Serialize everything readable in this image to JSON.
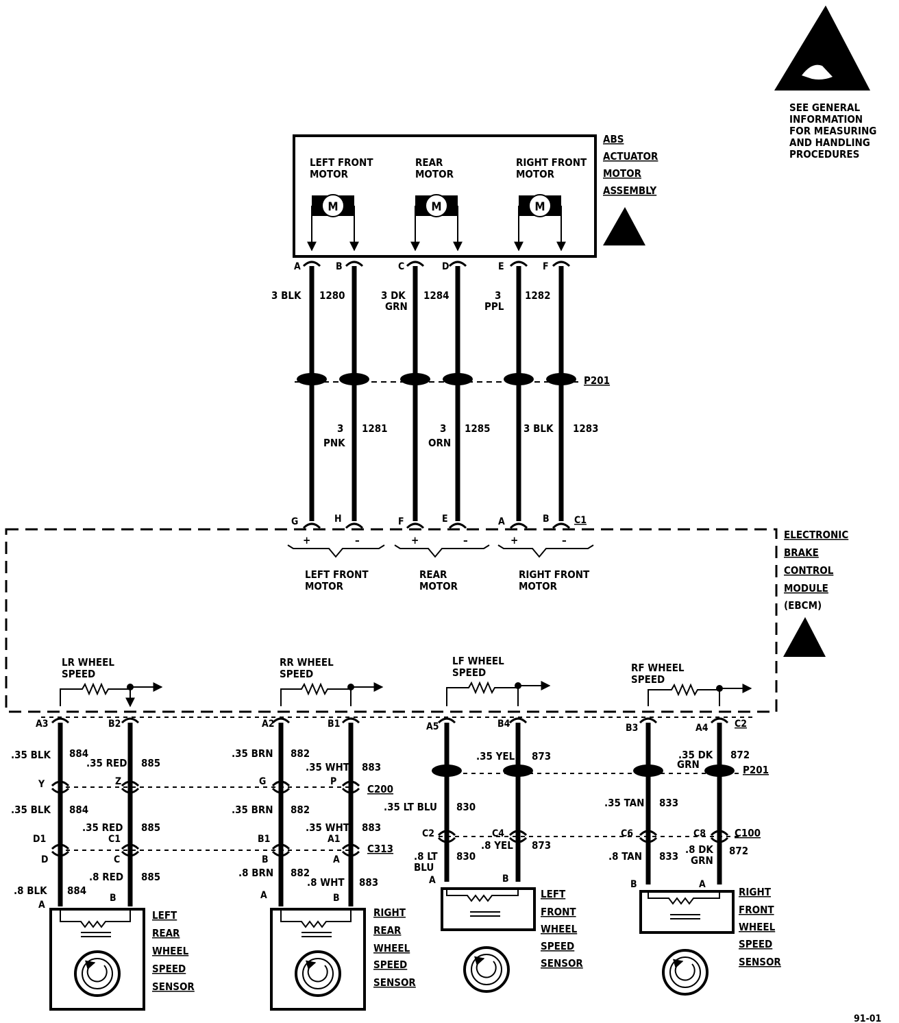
{
  "esd_note": {
    "lines": [
      "SEE GENERAL",
      "INFORMATION",
      "FOR MEASURING",
      "AND HANDLING",
      "PROCEDURES"
    ]
  },
  "actuator": {
    "title_lines": [
      "ABS",
      "ACTUATOR",
      "MOTOR",
      "ASSEMBLY"
    ],
    "motors": [
      {
        "name_lines": [
          "LEFT FRONT",
          "MOTOR"
        ],
        "symbol": "M"
      },
      {
        "name_lines": [
          "REAR",
          "MOTOR"
        ],
        "symbol": "M"
      },
      {
        "name_lines": [
          "RIGHT FRONT",
          "MOTOR"
        ],
        "symbol": "M"
      }
    ],
    "pins": [
      "A",
      "B",
      "C",
      "D",
      "E",
      "F"
    ]
  },
  "upper_wires": [
    {
      "color_lines": [
        "3 BLK"
      ],
      "circuit": "1280"
    },
    {
      "color_lines": [],
      "circuit": ""
    },
    {
      "color_lines": [
        "3 DK",
        "GRN"
      ],
      "circuit": "1284"
    },
    {
      "color_lines": [],
      "circuit": ""
    },
    {
      "color_lines": [
        "3",
        "PPL"
      ],
      "circuit": "1282"
    },
    {
      "color_lines": [],
      "circuit": ""
    }
  ],
  "connector_p201_top": "P201",
  "lower_motor_wires": [
    {
      "color_lines": [
        "3",
        "PNK"
      ],
      "circuit": "1281"
    },
    {
      "color_lines": [
        "3",
        "ORN"
      ],
      "circuit": "1285"
    },
    {
      "color_lines": [
        "3 BLK"
      ],
      "circuit": "1283"
    }
  ],
  "ebcm": {
    "title_lines": [
      "ELECTRONIC",
      "BRAKE",
      "CONTROL",
      "MODULE",
      "(EBCM)"
    ],
    "motor_pins": [
      "G",
      "H",
      "F",
      "E",
      "A",
      "B"
    ],
    "motor_connector": "C1",
    "motor_groups": [
      {
        "name_lines": [
          "LEFT FRONT",
          "MOTOR"
        ],
        "plus": "+",
        "minus": "–"
      },
      {
        "name_lines": [
          "REAR",
          "MOTOR"
        ],
        "plus": "+",
        "minus": "–"
      },
      {
        "name_lines": [
          "RIGHT FRONT",
          "MOTOR"
        ],
        "plus": "+",
        "minus": "–"
      }
    ],
    "sensor_inputs": [
      {
        "name_lines": [
          "LR WHEEL",
          "SPEED"
        ]
      },
      {
        "name_lines": [
          "RR WHEEL",
          "SPEED"
        ]
      },
      {
        "name_lines": [
          "LF WHEEL",
          "SPEED"
        ]
      },
      {
        "name_lines": [
          "RF WHEEL",
          "SPEED"
        ]
      }
    ],
    "sensor_pins": [
      "A3",
      "B2",
      "A2",
      "B1",
      "A5",
      "B4",
      "B3",
      "A4"
    ],
    "sensor_connector": "C2"
  },
  "wheel_circuits": {
    "lr": {
      "w1": [
        ".35 BLK",
        ".35 BLK",
        ".8 BLK"
      ],
      "c1": "884",
      "w2": [
        ".35 RED",
        ".35 RED",
        ".8 RED"
      ],
      "c2": "885",
      "pins_mid": [
        "Y",
        "Z"
      ],
      "pins_low_top": [
        "D1",
        "C1"
      ],
      "pins_low_bot": [
        "D",
        "C"
      ],
      "pins_sensor": [
        "A",
        "B"
      ],
      "name_lines": [
        "LEFT",
        "REAR",
        "WHEEL",
        "SPEED",
        "SENSOR"
      ]
    },
    "rr": {
      "w1": [
        ".35 BRN",
        ".35 BRN",
        ".8 BRN"
      ],
      "c1": "882",
      "w2": [
        ".35 WHT",
        ".35 WHT",
        ".8 WHT"
      ],
      "c2": "883",
      "pins_mid": [
        "G",
        "P"
      ],
      "pins_low_top": [
        "B1",
        "A1"
      ],
      "pins_low_bot": [
        "B",
        "A"
      ],
      "pins_sensor": [
        "A",
        "B"
      ],
      "name_lines": [
        "RIGHT",
        "REAR",
        "WHEEL",
        "SPEED",
        "SENSOR"
      ]
    },
    "lf": {
      "w1": [
        ".35 LT BLU",
        ".8 LT",
        "BLU"
      ],
      "c1": "830",
      "w2": [
        ".35 YEL",
        ".8 YEL"
      ],
      "c2": "873",
      "pins_low": [
        "C2",
        "C4"
      ],
      "pins_sensor": [
        "A",
        "B"
      ],
      "name_lines": [
        "LEFT",
        "FRONT",
        "WHEEL",
        "SPEED",
        "SENSOR"
      ]
    },
    "rf": {
      "w1": [
        ".35 TAN",
        ".8 TAN"
      ],
      "c1": "833",
      "w2": [
        ".35 DK",
        "GRN",
        ".8 DK",
        "GRN"
      ],
      "c2": "872",
      "pins_low": [
        "C6",
        "C8"
      ],
      "pins_sensor": [
        "B",
        "A"
      ],
      "name_lines": [
        "RIGHT",
        "FRONT",
        "WHEEL",
        "SPEED",
        "SENSOR"
      ]
    }
  },
  "connectors": {
    "c200": "C200",
    "c313": "C313",
    "p201": "P201",
    "c100": "C100"
  },
  "corner_code": "91-01"
}
